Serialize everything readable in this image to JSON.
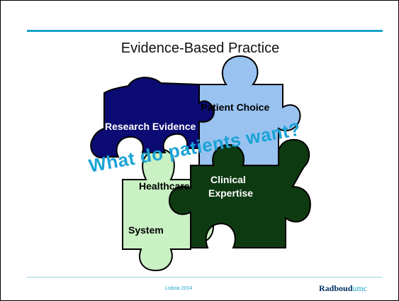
{
  "slide": {
    "title": "Evidence-Based Practice",
    "overlay_text": "What do patients want?",
    "footer_left": "Lisboa 2014",
    "logo_part1": "Radboud",
    "logo_part2": "umc"
  },
  "puzzle_pieces": [
    {
      "label": "Research Evidence",
      "color": "#0b0b73"
    },
    {
      "label": "Patient Choice",
      "color": "#99c2f0"
    },
    {
      "label_parts": [
        "Healthcare",
        "System"
      ],
      "color": "#c9f1c3"
    },
    {
      "label_parts": [
        "Clinical",
        "Expertise"
      ],
      "color": "#0e3a12"
    }
  ],
  "colors": {
    "accent": "#1aa3c8",
    "overlay": "#1aa3d6",
    "logo_dark": "#003366"
  }
}
